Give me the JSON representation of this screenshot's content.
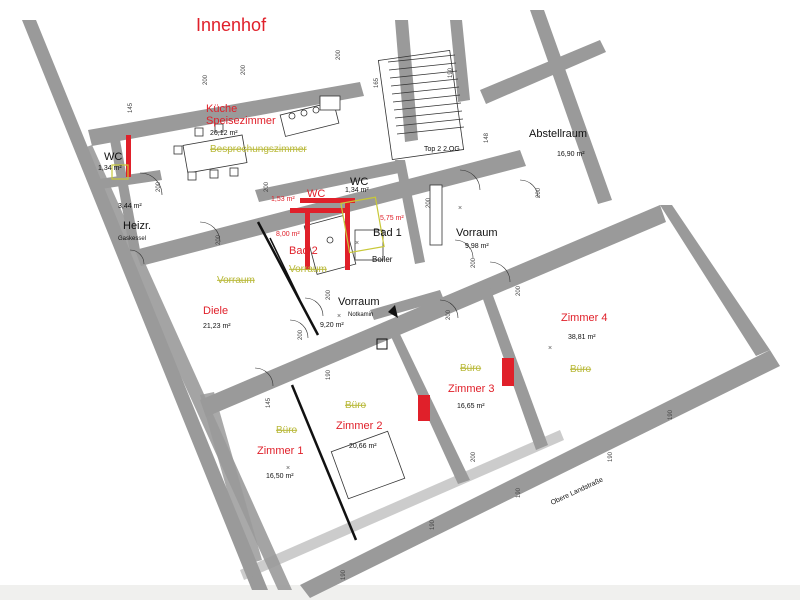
{
  "title": "Innenhof",
  "street": "Obere Landstraße",
  "stair_note": "Top 2  2.OG",
  "notkamin": "Notkamin",
  "boiler": "Boiler",
  "gaskessel": "Gaskessel",
  "rooms": {
    "kueche": {
      "line1": "Küche",
      "line2": "Speisezimmer",
      "area": "26,12 m²",
      "old": "Besprechungszimmer"
    },
    "wc1": {
      "name": "WC",
      "area": "1,34 m²"
    },
    "heizr": {
      "name": "Heizr.",
      "area": "3,44 m²"
    },
    "wc2": {
      "name": "WC",
      "area": "1,34 m²",
      "old_area": "1,53 m²"
    },
    "wc_new": {
      "name": "WC"
    },
    "bad2": {
      "name": "Bad 2",
      "area": "8,00 m²",
      "old": "Vorraum"
    },
    "bad1": {
      "name": "Bad 1",
      "area": "5,75 m²"
    },
    "vorraum_n": {
      "name": "Vorraum",
      "area": "9,98 m²"
    },
    "abstell": {
      "name": "Abstellraum",
      "area": "16,90 m²"
    },
    "diele": {
      "name": "Diele",
      "area": "21,23 m²",
      "old": "Vorraum"
    },
    "vorraum_c": {
      "name": "Vorraum",
      "area": "9,20 m²"
    },
    "zimmer4": {
      "name": "Zimmer 4",
      "area": "38,81 m²",
      "old": "Büro"
    },
    "zimmer3": {
      "name": "Zimmer 3",
      "area": "16,65 m²",
      "old": "Büro"
    },
    "zimmer2": {
      "name": "Zimmer 2",
      "area": "20,66 m²",
      "old": "Büro"
    },
    "zimmer1": {
      "name": "Zimmer 1",
      "area": "16,50 m²",
      "old": "Büro"
    }
  },
  "dims": {
    "d200": "200",
    "d190": "190",
    "d165": "165",
    "d145": "145",
    "d148": "148",
    "d155": "155",
    "d180": "180",
    "d100": "100"
  },
  "colors": {
    "new_label": "#e0202a",
    "old_label": "#b9b93a",
    "wall": "#9a9a9a",
    "new_wall": "#e0202a"
  }
}
